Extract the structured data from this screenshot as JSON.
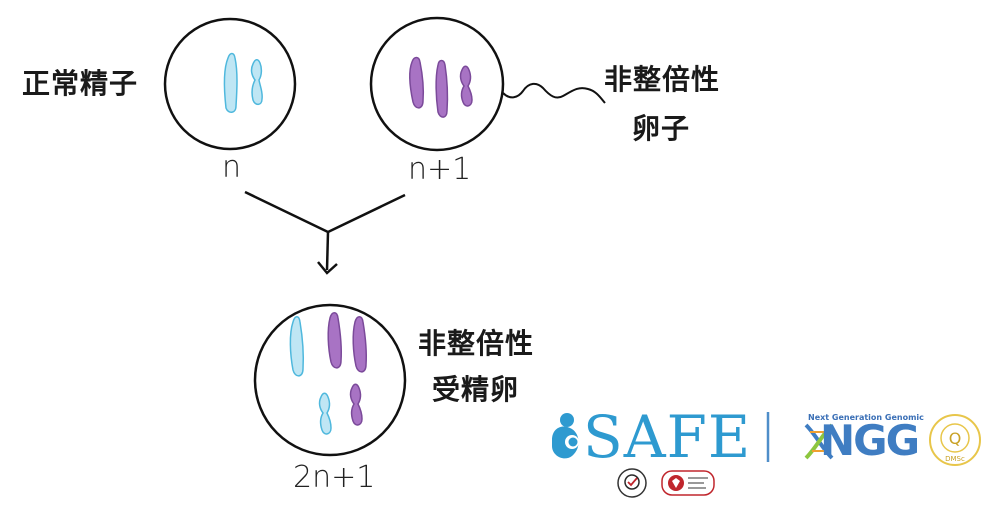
{
  "labels": {
    "sperm": "正常精子",
    "egg_line1": "非整倍性",
    "egg_line2": "卵子",
    "zygote_line1": "非整倍性",
    "zygote_line2": "受精卵"
  },
  "ploidy": {
    "sperm": "n",
    "egg": "n+1",
    "zygote": "2n+1"
  },
  "logos": {
    "safe": "SAFE",
    "ngg_tagline": "Next Generation Genomic",
    "ngg": "NGG",
    "dmsc": "DMSc",
    "dmsc_letter": "Q"
  },
  "colors": {
    "blue_chromosome": "#bfe6f4",
    "blue_outline": "#4fb8dd",
    "purple_chromosome": "#a873c4",
    "purple_outline": "#7b4a9a",
    "safe_blue": "#2e9ad0",
    "ngg_blue": "#3f7dc2",
    "dmsc_gold": "#e8c64a"
  }
}
